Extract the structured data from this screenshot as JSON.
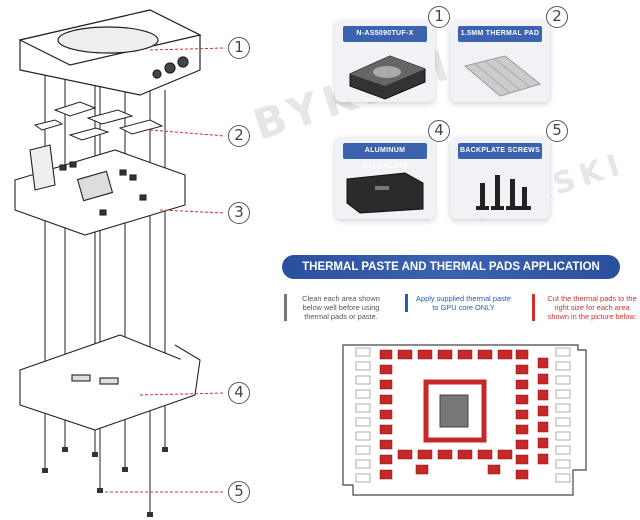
{
  "callouts": [
    "1",
    "2",
    "3",
    "4",
    "5"
  ],
  "products": [
    {
      "label": "N-AS5090TUF-X"
    },
    {
      "label": "1.5MM THERMAL PAD"
    },
    {
      "label": "ALUMINUM BACKPLATE"
    },
    {
      "label": "BACKPLATE SCREWS"
    }
  ],
  "application": {
    "title": "THERMAL PASTE AND THERMAL PADS APPLICATION",
    "notes": [
      {
        "text": "Clean each area shown below well before using thermal pads or paste.",
        "color": "#777777"
      },
      {
        "text": "Apply supplied thermal paste to GPU core ONLY",
        "color": "#2a5bb8"
      },
      {
        "text": "Cut the thermal pads to the right size for each area shown in the picture below.",
        "color": "#d0312d"
      }
    ]
  },
  "colors": {
    "accent_blue": "#3c63b0",
    "pad_red": "#c62828",
    "core_grey": "#777777"
  }
}
